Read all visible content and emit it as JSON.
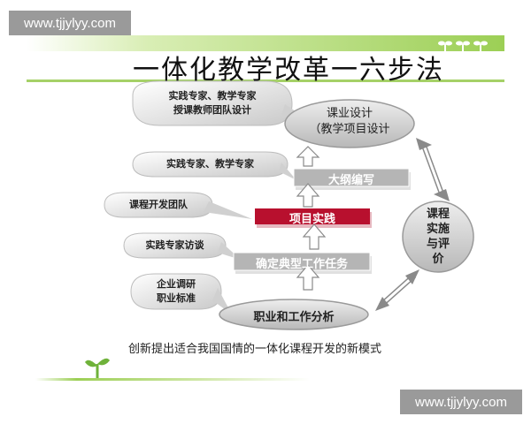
{
  "watermark_top": "www.tjjylyy.com",
  "watermark_bottom": "www.tjjylyy.com",
  "title": "一体化教学改革一六步法",
  "bubbles": [
    {
      "lines": [
        "实践专家、教学专家",
        "授课教师团队设计"
      ]
    },
    {
      "lines": [
        "实践专家、教学专家"
      ]
    },
    {
      "lines": [
        "课程开发团队"
      ]
    },
    {
      "lines": [
        "实践专家访谈"
      ]
    },
    {
      "lines": [
        "企业调研",
        "职业标准"
      ]
    }
  ],
  "steps": {
    "course_design": [
      "课业设计",
      "（教学项目设计"
    ],
    "outline": "大纲编写",
    "project": "项目实践",
    "typical_tasks": "确定典型工作任务",
    "job_analysis": "职业和工作分析",
    "implementation": [
      "课程",
      "实施",
      "与评",
      "价"
    ]
  },
  "footer": "创新提出适合我国国情的一体化课程开发的新模式",
  "colors": {
    "green_band": "#8ec641",
    "green_light": "#cfe7a6",
    "project_red": "#b8102e",
    "box_gray": "#b5b5b5",
    "ellipse_gray": "#d2d2d2",
    "arrow_gray": "#9a9a9a"
  },
  "icons": [
    "sprout-icon",
    "sprout-icon",
    "sprout-icon",
    "sprout-icon"
  ]
}
